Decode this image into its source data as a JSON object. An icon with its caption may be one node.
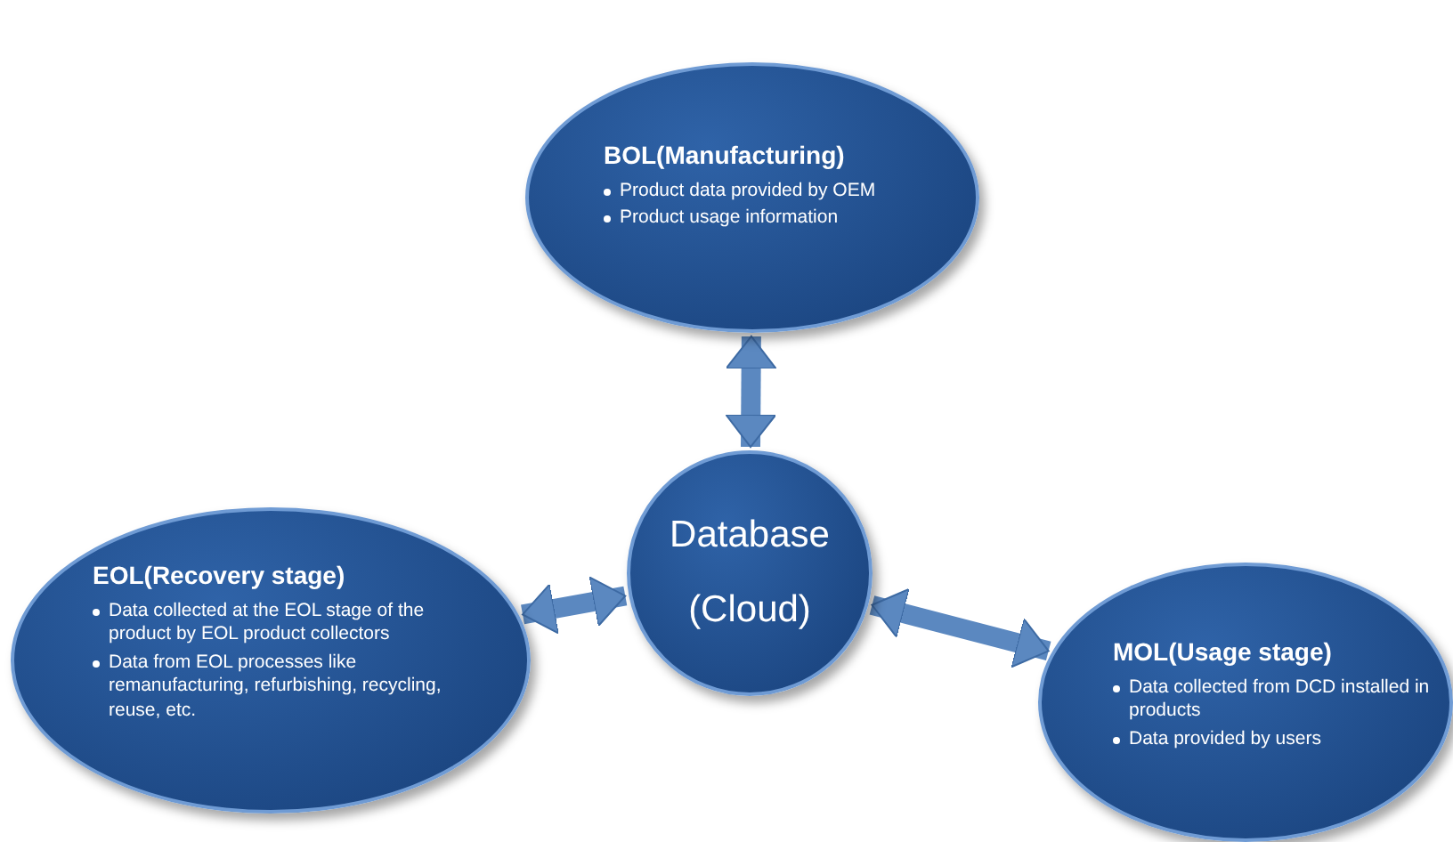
{
  "diagram": {
    "nodes": [
      {
        "text": [
          "BOL(Manufacturing)",
          "Product data provided by OEM",
          "Product usage information"
        ]
      },
      {
        "text": [
          "Database",
          "(Cloud)"
        ]
      },
      {
        "text": [
          "EOL(Recovery stage)",
          "Data collected at the EOL stage of the product by EOL product collectors",
          "Data from EOL processes like remanufacturing, refurbishing, recycling, reuse, etc."
        ]
      },
      {
        "text": [
          "MOL(Usage stage)",
          "Data collected from DCD installed in products",
          "Data provided by users"
        ]
      }
    ],
    "edges": [
      {
        "from": 0,
        "to": 1,
        "arrow": "both"
      },
      {
        "from": 1,
        "to": 2,
        "arrow": "both"
      },
      {
        "from": 1,
        "to": 3,
        "arrow": "both"
      }
    ]
  }
}
